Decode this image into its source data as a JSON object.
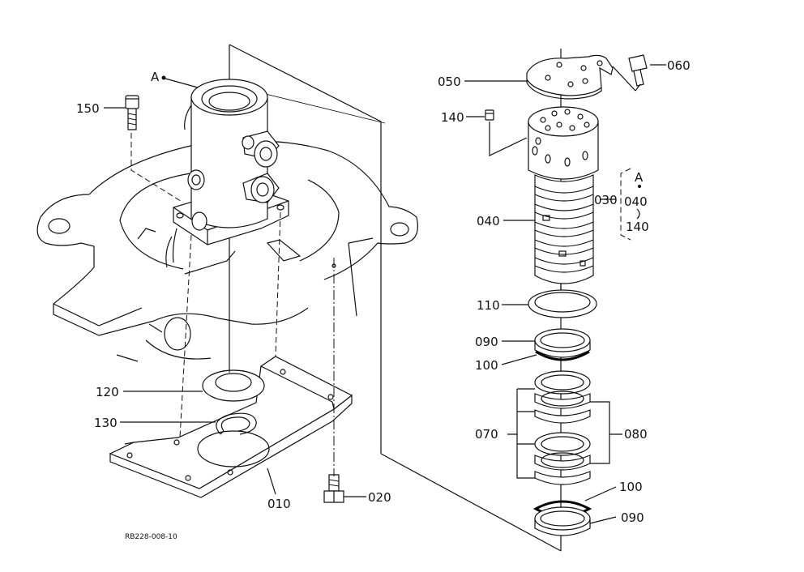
{
  "drawing_code": "RB228-008-10",
  "callouts": {
    "p010": "010",
    "p020": "020",
    "p030": "030",
    "p040_main": "040",
    "p050": "050",
    "p060": "060",
    "p070": "070",
    "p080": "080",
    "p090_top": "090",
    "p090_bottom": "090",
    "p100_top": "100",
    "p100_bottom": "100",
    "p110": "110",
    "p120": "120",
    "p130": "130",
    "p140_top": "140",
    "p150": "150"
  },
  "detail_A": {
    "marker_left": "A",
    "marker_right": "A",
    "range_start": "040",
    "range_end": "140"
  }
}
